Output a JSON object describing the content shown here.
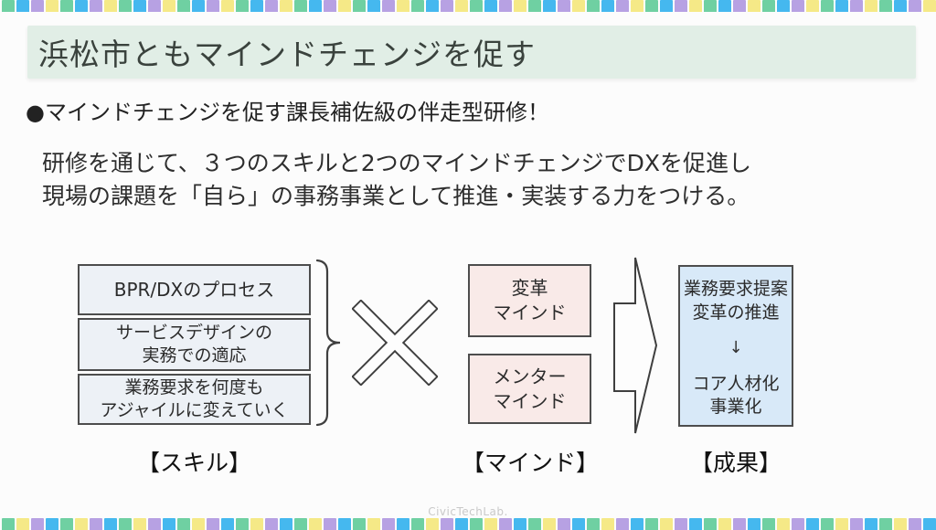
{
  "slide": {
    "title": "浜松市ともマインドチェンジを促す",
    "bullet": "●マインドチェンジを促す課長補佐級の伴走型研修！",
    "body_line1": "研修を通じて、３つのスキルと2つのマインドチェンジでDXを促進し",
    "body_line2": "現場の課題を「自ら」の事務事業として推進・実装する力をつける。",
    "watermark": "CivicTechLab."
  },
  "diagram": {
    "skills": {
      "label": "【スキル】",
      "items": [
        {
          "line1": "BPR/DXのプロセス",
          "line2": ""
        },
        {
          "line1": "サービスデザインの",
          "line2": "実務での適応"
        },
        {
          "line1": "業務要求を何度も",
          "line2": "アジャイルに変えていく"
        }
      ]
    },
    "operator": "×",
    "minds": {
      "label": "【マインド】",
      "items": [
        {
          "line1": "変革",
          "line2": "マインド"
        },
        {
          "line1": "メンター",
          "line2": "マインド"
        }
      ]
    },
    "outcome": {
      "label": "【成果】",
      "lines": [
        "業務要求提案",
        "変革の推進",
        "↓",
        "コア人材化",
        "事業化"
      ]
    }
  },
  "colors": {
    "title_bg": "#e1eee6",
    "skill_box_bg": "#edf1f6",
    "mind_box_bg": "#f9eae8",
    "outcome_box_bg": "#d8e9f8",
    "box_border": "#4d4d4d",
    "border_squares_top": [
      "#6fd0a2",
      "#45b8ef",
      "#b7a1e3",
      "#f5e987"
    ],
    "border_squares_bottom": [
      "#6fd0a2",
      "#f5e987",
      "#b7a1e3",
      "#45b8ef"
    ]
  }
}
